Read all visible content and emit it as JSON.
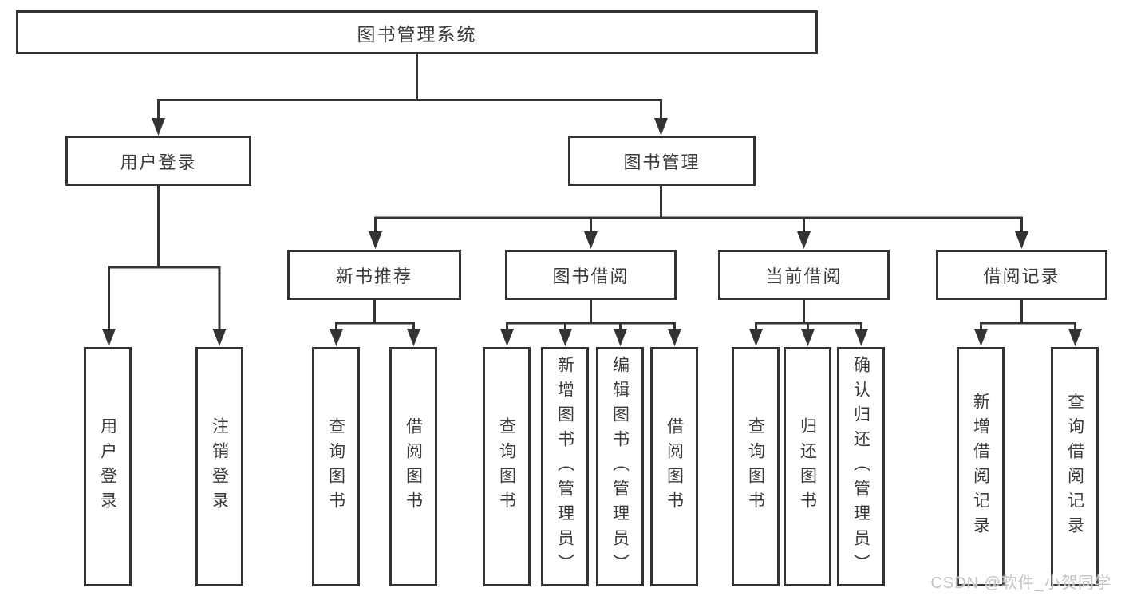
{
  "diagram_type": "hierarchy-tree",
  "colors": {
    "line": "#333333",
    "box_border": "#333333",
    "box_fill": "#ffffff",
    "text": "#3a3a3a",
    "watermark": "#c3c3c3"
  },
  "tree": {
    "label": "图书管理系统",
    "children": [
      {
        "label": "用户登录",
        "children": [
          {
            "label": "用户登录"
          },
          {
            "label": "注销登录"
          }
        ]
      },
      {
        "label": "图书管理",
        "children": [
          {
            "label": "新书推荐",
            "children": [
              {
                "label": "查询图书"
              },
              {
                "label": "借阅图书"
              }
            ]
          },
          {
            "label": "图书借阅",
            "children": [
              {
                "label": "查询图书"
              },
              {
                "label": "新增图书（管理员）"
              },
              {
                "label": "编辑图书（管理员）"
              },
              {
                "label": "借阅图书"
              }
            ]
          },
          {
            "label": "当前借阅",
            "children": [
              {
                "label": "查询图书"
              },
              {
                "label": "归还图书"
              },
              {
                "label": "确认归还（管理员）"
              }
            ]
          },
          {
            "label": "借阅记录",
            "children": [
              {
                "label": "新增借阅记录"
              },
              {
                "label": "查询借阅记录"
              }
            ]
          }
        ]
      }
    ]
  },
  "watermark": "CSDN @软件_小贺同学"
}
